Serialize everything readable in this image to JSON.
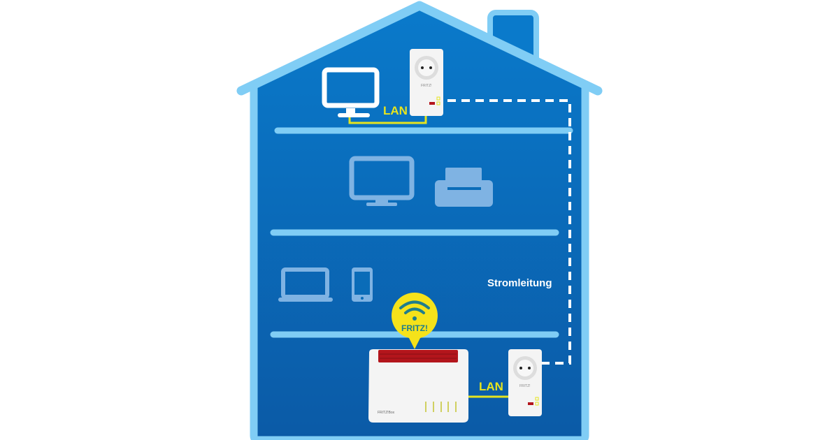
{
  "labels": {
    "lan_top": "LAN",
    "lan_bottom": "LAN",
    "powerline": "Stromleitung",
    "wifi_badge": "FRITZ!",
    "adapter_brand": "FRITZ!",
    "router_brand": "FRITZ!Box"
  },
  "colors": {
    "house_fill": "#0a6cb8",
    "house_outline": "#80cdf5",
    "cable": "#e6e41e",
    "device_faded": "#7fb3e3",
    "router_red": "#b3151c"
  }
}
